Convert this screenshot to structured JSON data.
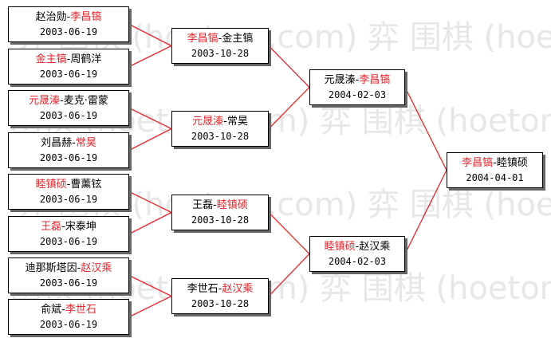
{
  "watermark_text": "弈 围棋 (hoetom.com)",
  "colors": {
    "winner": "#e8262d",
    "line": "#e8262d",
    "box_border": "#000000"
  },
  "rounds": [
    [
      {
        "p1": "赵治勋",
        "p2": "李昌镐",
        "winner": 2,
        "date": "2003-06-19"
      },
      {
        "p1": "金主镐",
        "p2": "周鹤洋",
        "winner": 1,
        "date": "2003-06-19"
      },
      {
        "p1": "元晟溱",
        "p2": "麦克·雷蒙",
        "winner": 1,
        "date": "2003-06-19"
      },
      {
        "p1": "刘昌赫",
        "p2": "常昊",
        "winner": 2,
        "date": "2003-06-19"
      },
      {
        "p1": "睦镇硕",
        "p2": "曹薰铉",
        "winner": 1,
        "date": "2003-06-19"
      },
      {
        "p1": "王磊",
        "p2": "宋泰坤",
        "winner": 1,
        "date": "2003-06-19"
      },
      {
        "p1": "迪那斯塔因",
        "p2": "赵汉乘",
        "winner": 2,
        "date": "2003-06-19"
      },
      {
        "p1": "俞斌",
        "p2": "李世石",
        "winner": 2,
        "date": "2003-06-19"
      }
    ],
    [
      {
        "p1": "李昌镐",
        "p2": "金主镐",
        "winner": 1,
        "date": "2003-10-28"
      },
      {
        "p1": "元晟溱",
        "p2": "常昊",
        "winner": 1,
        "date": "2003-10-28"
      },
      {
        "p1": "王磊",
        "p2": "睦镇硕",
        "winner": 2,
        "date": "2003-10-28"
      },
      {
        "p1": "李世石",
        "p2": "赵汉乘",
        "winner": 2,
        "date": "2003-10-28"
      }
    ],
    [
      {
        "p1": "元晟溱",
        "p2": "李昌镐",
        "winner": 2,
        "date": "2004-02-03"
      },
      {
        "p1": "睦镇硕",
        "p2": "赵汉乘",
        "winner": 1,
        "date": "2004-02-03"
      }
    ],
    [
      {
        "p1": "李昌镐",
        "p2": "睦镇硕",
        "winner": 1,
        "date": "2004-04-01"
      }
    ]
  ]
}
